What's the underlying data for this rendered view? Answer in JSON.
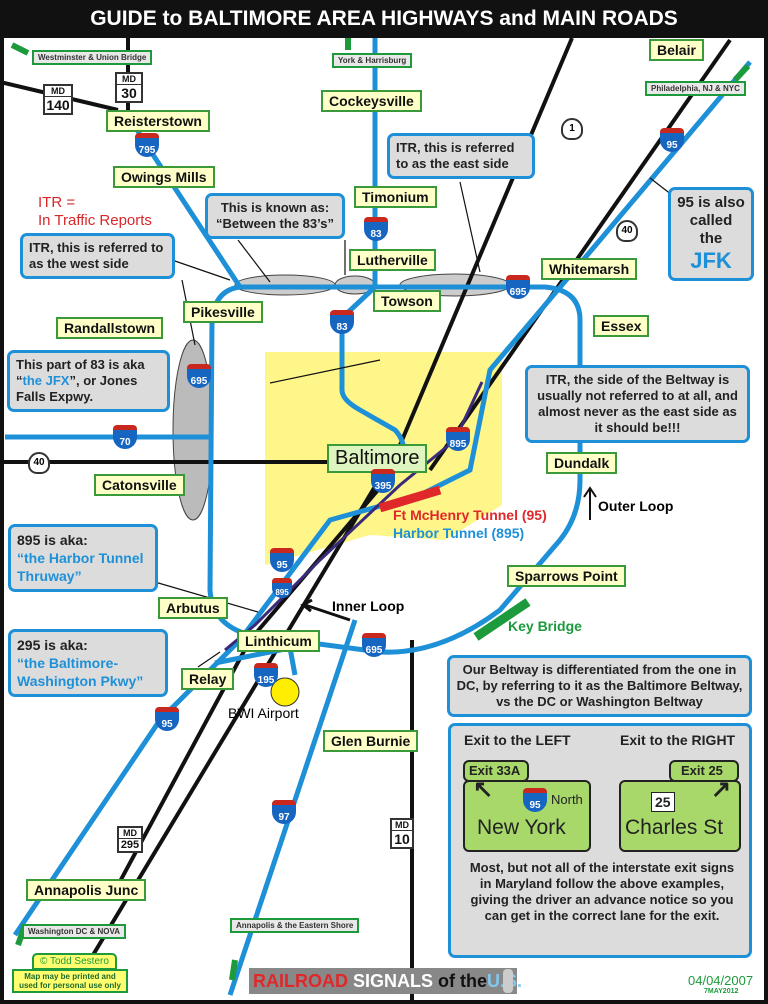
{
  "title": "GUIDE to BALTIMORE AREA HIGHWAYS and MAIN ROADS",
  "towns": {
    "reisterstown": "Reisterstown",
    "owings_mills": "Owings Mills",
    "cockeysville": "Cockeysville",
    "timonium": "Timonium",
    "lutherville": "Lutherville",
    "towson": "Towson",
    "belair": "Belair",
    "whitemarsh": "Whitemarsh",
    "essex": "Essex",
    "pikesville": "Pikesville",
    "randallstown": "Randallstown",
    "catonsville": "Catonsville",
    "baltimore": "Baltimore",
    "dundalk": "Dundalk",
    "sparrows_point": "Sparrows Point",
    "arbutus": "Arbutus",
    "linthicum": "Linthicum",
    "relay": "Relay",
    "glen_burnie": "Glen Burnie",
    "annapolis_junc": "Annapolis Junc"
  },
  "destinations": {
    "westminster": "Westminster & Union Bridge",
    "york": "York & Harrisburg",
    "philadelphia": "Philadelphia, NJ & NYC",
    "washington": "Washington DC & NOVA",
    "annapolis": "Annapolis & the Eastern Shore"
  },
  "shields": {
    "i795": "795",
    "i83a": "83",
    "i83b": "83",
    "i695a": "695",
    "i695b": "695",
    "i695c": "695",
    "i70": "70",
    "i395": "395",
    "i895a": "895",
    "i895b": "895",
    "i95a": "95",
    "i95b": "95",
    "i95c": "95",
    "i195": "195",
    "i97": "97",
    "us1": "1",
    "us40a": "40",
    "us40b": "40",
    "md_label": "MD",
    "md140": "140",
    "md30": "30",
    "md295": "295",
    "md10": "10"
  },
  "itr": {
    "line1": "ITR =",
    "line2": "In Traffic Reports"
  },
  "notes": {
    "between83": {
      "l1": "This is known as:",
      "l2": "“Between the 83’s”"
    },
    "east_side": "ITR, this is referred to as the east side",
    "west_side": "ITR, this is referred to as the west side",
    "jfk": {
      "l1": "95 is also called the",
      "l2": "JFK"
    },
    "jfx": {
      "l1": "This part of 83 is aka",
      "quote_open": "“",
      "name": "the JFX",
      "rest": "”, or Jones Falls Expwy."
    },
    "east_beltway": "ITR, the side of the Beltway is usually not referred to at all, and almost never as the east side as it should be!!!",
    "harbor895": {
      "l1": "895 is aka:",
      "l2": "“the Harbor Tunnel Thruway”"
    },
    "bw295": {
      "l1": "295 is aka:",
      "l2": "“the Baltimore-Washington Pkwy”"
    },
    "beltway_dc": "Our Beltway is differentiated from the one in DC, by referring to it as the Baltimore Beltway, vs the DC or Washington Beltway",
    "exit_info": "Most, but not all of the interstate exit signs in Maryland follow the above examples, giving the driver an advance notice so you can get in the correct lane for the exit."
  },
  "labels": {
    "fort_mchenry": "Ft McHenry Tunnel (95)",
    "harbor_tunnel": "Harbor Tunnel (895)",
    "outer_loop": "Outer Loop",
    "inner_loop": "Inner Loop",
    "key_bridge": "Key Bridge",
    "bwi": "BWI Airport"
  },
  "exit_signs": {
    "left_heading": "Exit to the LEFT",
    "right_heading": "Exit to the RIGHT",
    "left_tab": "Exit 33A",
    "left_route": "95",
    "left_dir": "North",
    "left_dest": "New York",
    "right_tab": "Exit 25",
    "right_route": "25",
    "right_dest": "Charles St"
  },
  "credits": {
    "copyright": "Todd Sestero",
    "permission": "Map may be printed and used for personal use only",
    "logo": {
      "w1": "RAILROAD",
      "w2": "SIGNALS",
      "w3": "of the",
      "w4": "U.S."
    },
    "date": "04/04/2007",
    "revised": "7MAY2012"
  },
  "colors": {
    "interstate": "#1e90d8",
    "road": "#111111",
    "downtown": "#fff68a",
    "fmt": "#e0282a",
    "town_border": "#3a9a3a"
  }
}
